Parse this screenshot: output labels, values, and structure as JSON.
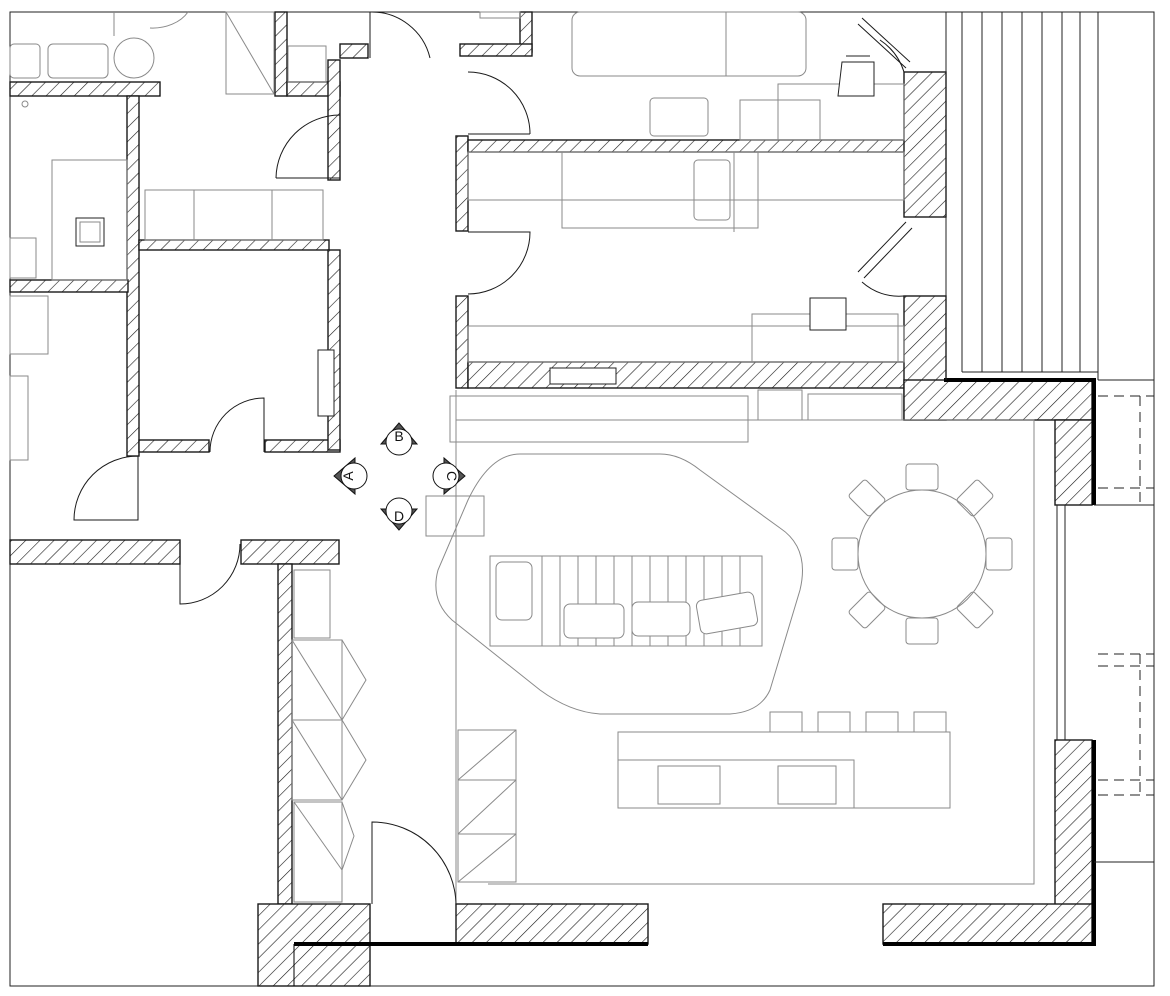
{
  "view_markers": [
    {
      "id": "A",
      "label": "A"
    },
    {
      "id": "B",
      "label": "B"
    },
    {
      "id": "C",
      "label": "C"
    },
    {
      "id": "D",
      "label": "D"
    }
  ],
  "colors": {
    "wall_stroke": "#1a1a1a",
    "furniture": "#8a8a8a",
    "background": "#ffffff"
  }
}
